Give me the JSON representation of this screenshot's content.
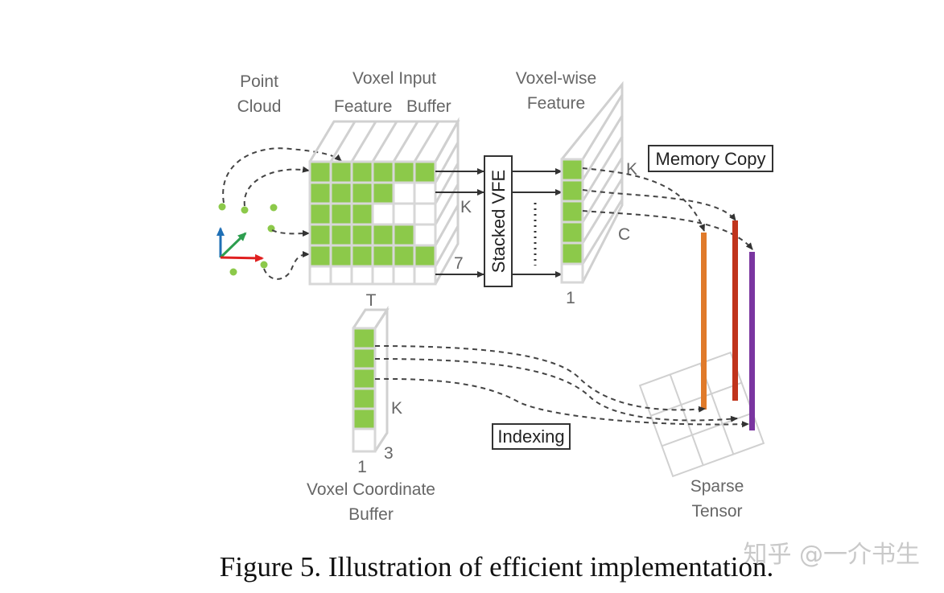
{
  "labels": {
    "point_cloud": [
      "Point",
      "Cloud"
    ],
    "voxel_input_buffer": [
      "Voxel Input",
      "Feature",
      "Buffer"
    ],
    "voxel_wise_feature": [
      "Voxel-wise",
      "Feature"
    ],
    "memory_copy": "Memory Copy",
    "stacked_vfe": "Stacked VFE",
    "indexing": "Indexing",
    "voxel_coordinate_buffer": [
      "Voxel Coordinate",
      "Buffer"
    ],
    "sparse_tensor": [
      "Sparse",
      "Tensor"
    ],
    "dim_k_buffer": "K",
    "dim_7": "7",
    "dim_t": "T",
    "dim_k_feature": "K",
    "dim_c": "C",
    "dim_1_feature": "1",
    "dim_k_coord": "K",
    "dim_3": "3",
    "dim_1_coord": "1"
  },
  "caption": "Figure 5. Illustration of efficient implementation.",
  "watermark": "知乎 @一介书生",
  "colors": {
    "voxel_green": "#8cc94a",
    "grid_gray": "#d0d0d0",
    "axis_blue": "#1f6fb5",
    "axis_green": "#2e9e4f",
    "axis_red": "#e02020",
    "bar_orange": "#e07a2a",
    "bar_red": "#c0341c",
    "bar_purple": "#7a35a0"
  }
}
